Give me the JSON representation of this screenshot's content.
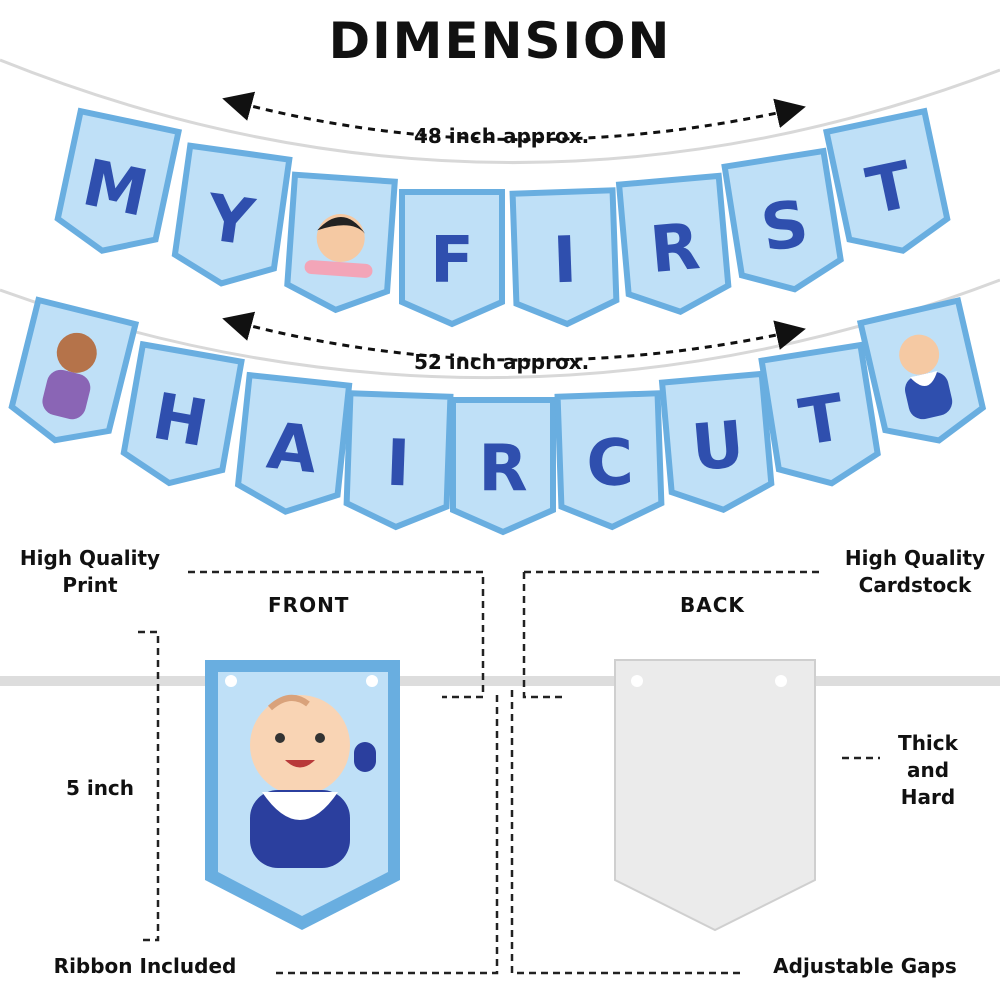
{
  "title": "DIMENSION",
  "row1": {
    "letters": [
      "M",
      "Y",
      "",
      "F",
      "I",
      "R",
      "S",
      "T"
    ],
    "width_label": "48 inch approx."
  },
  "row2": {
    "letters": [
      "",
      "H",
      "A",
      "I",
      "R",
      "C",
      "U",
      "T",
      ""
    ],
    "width_label": "52 inch approx."
  },
  "front_label": "FRONT",
  "back_label": "BACK",
  "features": {
    "print": "High Quality Print",
    "cardstock": "High Quality Cardstock",
    "thick": "Thick and Hard",
    "ribbon": "Ribbon Included",
    "gaps": "Adjustable Gaps",
    "height": "5 inch"
  },
  "colors": {
    "flag_fill": "#bfe0f7",
    "flag_border": "#69aee0",
    "letter": "#2f4fae",
    "back_card": "#ebebeb"
  }
}
